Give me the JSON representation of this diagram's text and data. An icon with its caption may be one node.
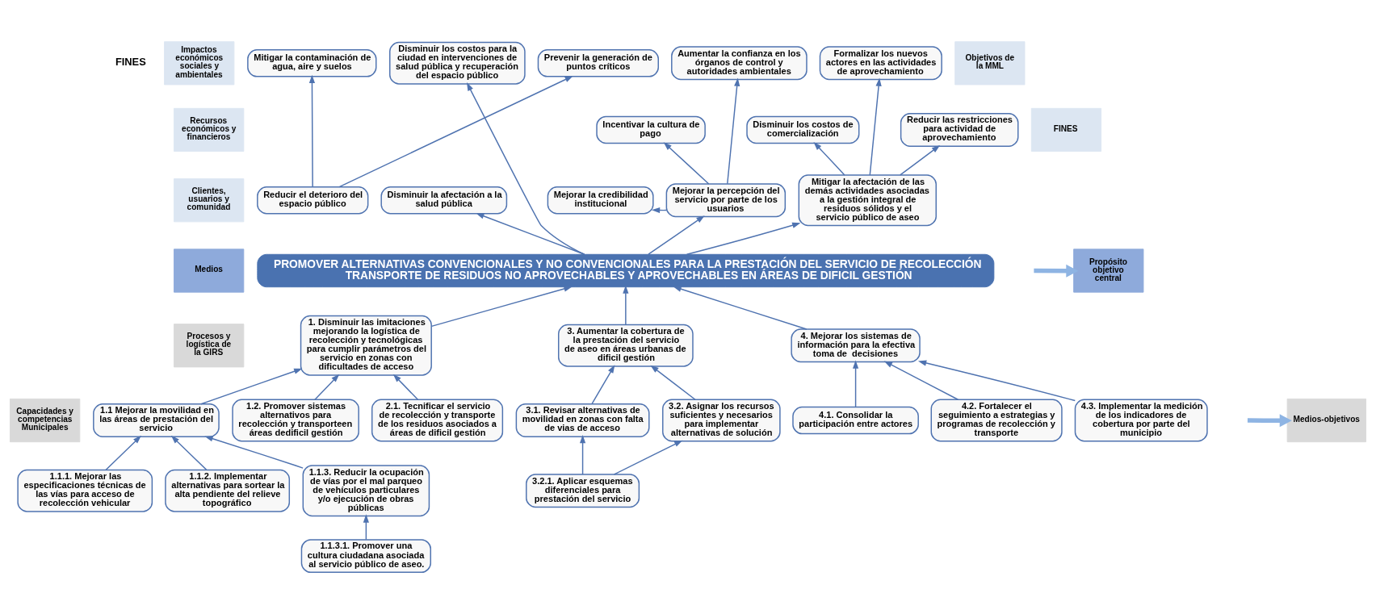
{
  "diagram": {
    "nodes": [
      {
        "text": [
          "Mitigar la contaminación de agua, aire y suelos"
        ]
      },
      {
        "text": [
          "Disminuir los costos para la ciudad en intervenciones de salud pública y recuperación del espacio público"
        ]
      },
      {
        "text": [
          "Prevenir la generación de puntos críticos"
        ]
      },
      {
        "text": [
          "Aumentar la confianza en los órganos de control y autoridades ambientales"
        ]
      },
      {
        "text": [
          "Formalizar los nuevos actores en las actividades de aprovechamiento"
        ]
      },
      {
        "text": [
          "Incentivar la cultura de pago"
        ]
      },
      {
        "text": [
          "Disminuir los costos de comercialización"
        ]
      },
      {
        "text": [
          "Disminuir la afectación a la salud pública"
        ]
      },
      {
        "text": [
          "Reducir el deterioro del espacio público"
        ]
      },
      {
        "text": [
          "Mejorar la credibilidad institucional"
        ]
      },
      {
        "text": [
          "Mejorar la percepción del servicio por parte de los usuarios"
        ]
      },
      {
        "text": [
          "Reducir las restricciones para actividad de aprovechamiento"
        ]
      },
      {
        "text": [
          "Mitigar la afectación de las demás actividades asociadas a la gestión integral de residuos sólidos y el servicio público de aseo"
        ]
      },
      {
        "text": [
          "PROMOVER ALTERNATIVAS CONVENCIONALES Y NO CONVENCIONALES PARA LA PRESTACIÓN DEL SERVICIO DE RECOLECCIÓN TRANSPORTE DE RESIDUOS NO APROVECHABLES Y APROVECHABLES EN ÁREAS DE DIFICIL GESTIÓN"
        ]
      },
      {
        "text": [
          "1. Disminuir las imitaciones mejorando la logística de recolección y tecnológicas para cumplir parámetros del servicio en zonas con dificultades de acceso"
        ]
      },
      {
        "text": [
          "3. Aumentar la cobertura de la prestación del servicio de aseo en áreas urbanas de dificil gestión"
        ]
      },
      {
        "text": [
          "4. Mejorar los sistemas de información para la efectiva toma de  decisiones"
        ]
      },
      {
        "text": [
          "1.1 Mejorar la movilidad en las áreas de prestación del servicio"
        ]
      },
      {
        "text": [
          "1.2. Promover sistemas alternativos para recolección y transporteen áreas dedificil gestión"
        ]
      },
      {
        "text": [
          "2.1. Tecnificar el servicio de recolección y transporte de los residuos asociados a áreas de dificil gestión"
        ]
      },
      {
        "text": [
          "3.1. Revisar alternativas de movilidad en zonas con falta de vias de acceso"
        ]
      },
      {
        "text": [
          "3.2. Asignar los recursos suficientes y necesarios para implementar alternativas de solución"
        ]
      },
      {
        "text": [
          "4.1. Consolidar la participación entre actores"
        ]
      },
      {
        "text": [
          "4.2. Fortalecer el seguimiento a estrategias y programas de recolección y transporte"
        ]
      },
      {
        "text": [
          "4.3. Implementar la medición de los indicadores de cobertura por parte del municipio"
        ]
      },
      {
        "text": [
          "1.1.1. Mejorar las especificaciones técnicas de las vías para acceso de recolección vehicular"
        ]
      },
      {
        "text": [
          "1.1.2. Implementar alternativas para sortear la alta pendiente del relieve topográfico"
        ]
      },
      {
        "text": [
          "1.1.3. Reducir la ocupación de vías por el mal parqueo de vehículos particulares y/o ejecución de obras públicas"
        ]
      },
      {
        "text": [
          "3.2.1. Aplicar esquemas diferenciales para prestación del servicio"
        ]
      },
      {
        "text": [
          "1.1.3.1. Promover una cultura ciudadana asociada al servicio público de aseo."
        ]
      },
      {
        "text": [
          "Impactos económicos sociales y ambientales"
        ]
      },
      {
        "text": [
          "Recursos económicos y financieros"
        ]
      },
      {
        "text": [
          "Clientes, usuarios y comunidad"
        ]
      },
      {
        "text": [
          "Medios"
        ]
      },
      {
        "text": [
          "Procesos y logística de la GIRS"
        ]
      },
      {
        "text": [
          "Capacidades y competencias Municipales"
        ]
      },
      {
        "text": [
          "Objetivos de la MML"
        ]
      },
      {
        "text": [
          "FINES"
        ]
      },
      {
        "text": [
          "Propósito objetivo central"
        ]
      },
      {
        "text": [
          "Medios-objetivos"
        ]
      }
    ],
    "edges": [
      {
        "from": 8,
        "to": 2,
        "arrow": "to"
      },
      {
        "from": 8,
        "to": 0,
        "arrow": "to"
      },
      {
        "from": 13,
        "to": 1,
        "arrow": "to"
      },
      {
        "from": 13,
        "to": 7,
        "arrow": "to"
      },
      {
        "from": 13,
        "to": 10,
        "arrow": "to"
      },
      {
        "from": 13,
        "to": 12,
        "arrow": "to"
      },
      {
        "from": 10,
        "to": 9,
        "arrow": "to"
      },
      {
        "from": 10,
        "to": 3,
        "arrow": "to"
      },
      {
        "from": 10,
        "to": 5,
        "arrow": "to"
      },
      {
        "from": 12,
        "to": 4,
        "arrow": "to"
      },
      {
        "from": 12,
        "to": 6,
        "arrow": "to"
      },
      {
        "from": 12,
        "to": 11,
        "arrow": "to"
      },
      {
        "from": 14,
        "to": 13,
        "arrow": "to"
      },
      {
        "from": 15,
        "to": 13,
        "arrow": "to"
      },
      {
        "from": 16,
        "to": 13,
        "arrow": "to"
      },
      {
        "from": 17,
        "to": 14,
        "arrow": "to"
      },
      {
        "from": 18,
        "to": 14,
        "arrow": "to"
      },
      {
        "from": 19,
        "to": 14,
        "arrow": "to"
      },
      {
        "from": 20,
        "to": 15,
        "arrow": "to"
      },
      {
        "from": 21,
        "to": 15,
        "arrow": "to"
      },
      {
        "from": 22,
        "to": 16,
        "arrow": "to"
      },
      {
        "from": 23,
        "to": 16,
        "arrow": "to"
      },
      {
        "from": 24,
        "to": 16,
        "arrow": "to"
      },
      {
        "from": 25,
        "to": 17,
        "arrow": "to"
      },
      {
        "from": 26,
        "to": 17,
        "arrow": "to"
      },
      {
        "from": 27,
        "to": 17,
        "arrow": "to"
      },
      {
        "from": 29,
        "to": 27,
        "arrow": "to"
      },
      {
        "from": 28,
        "to": 20,
        "arrow": "to"
      },
      {
        "from": 28,
        "to": 21,
        "arrow": "to"
      },
      {
        "from": null,
        "to": 38,
        "arrow": "to",
        "style": "thick",
        "color": "#8eb4e3"
      },
      {
        "from": null,
        "to": 39,
        "arrow": "to",
        "style": "thick",
        "color": "#8eb4e3"
      }
    ],
    "labels": [
      "FINES"
    ]
  }
}
